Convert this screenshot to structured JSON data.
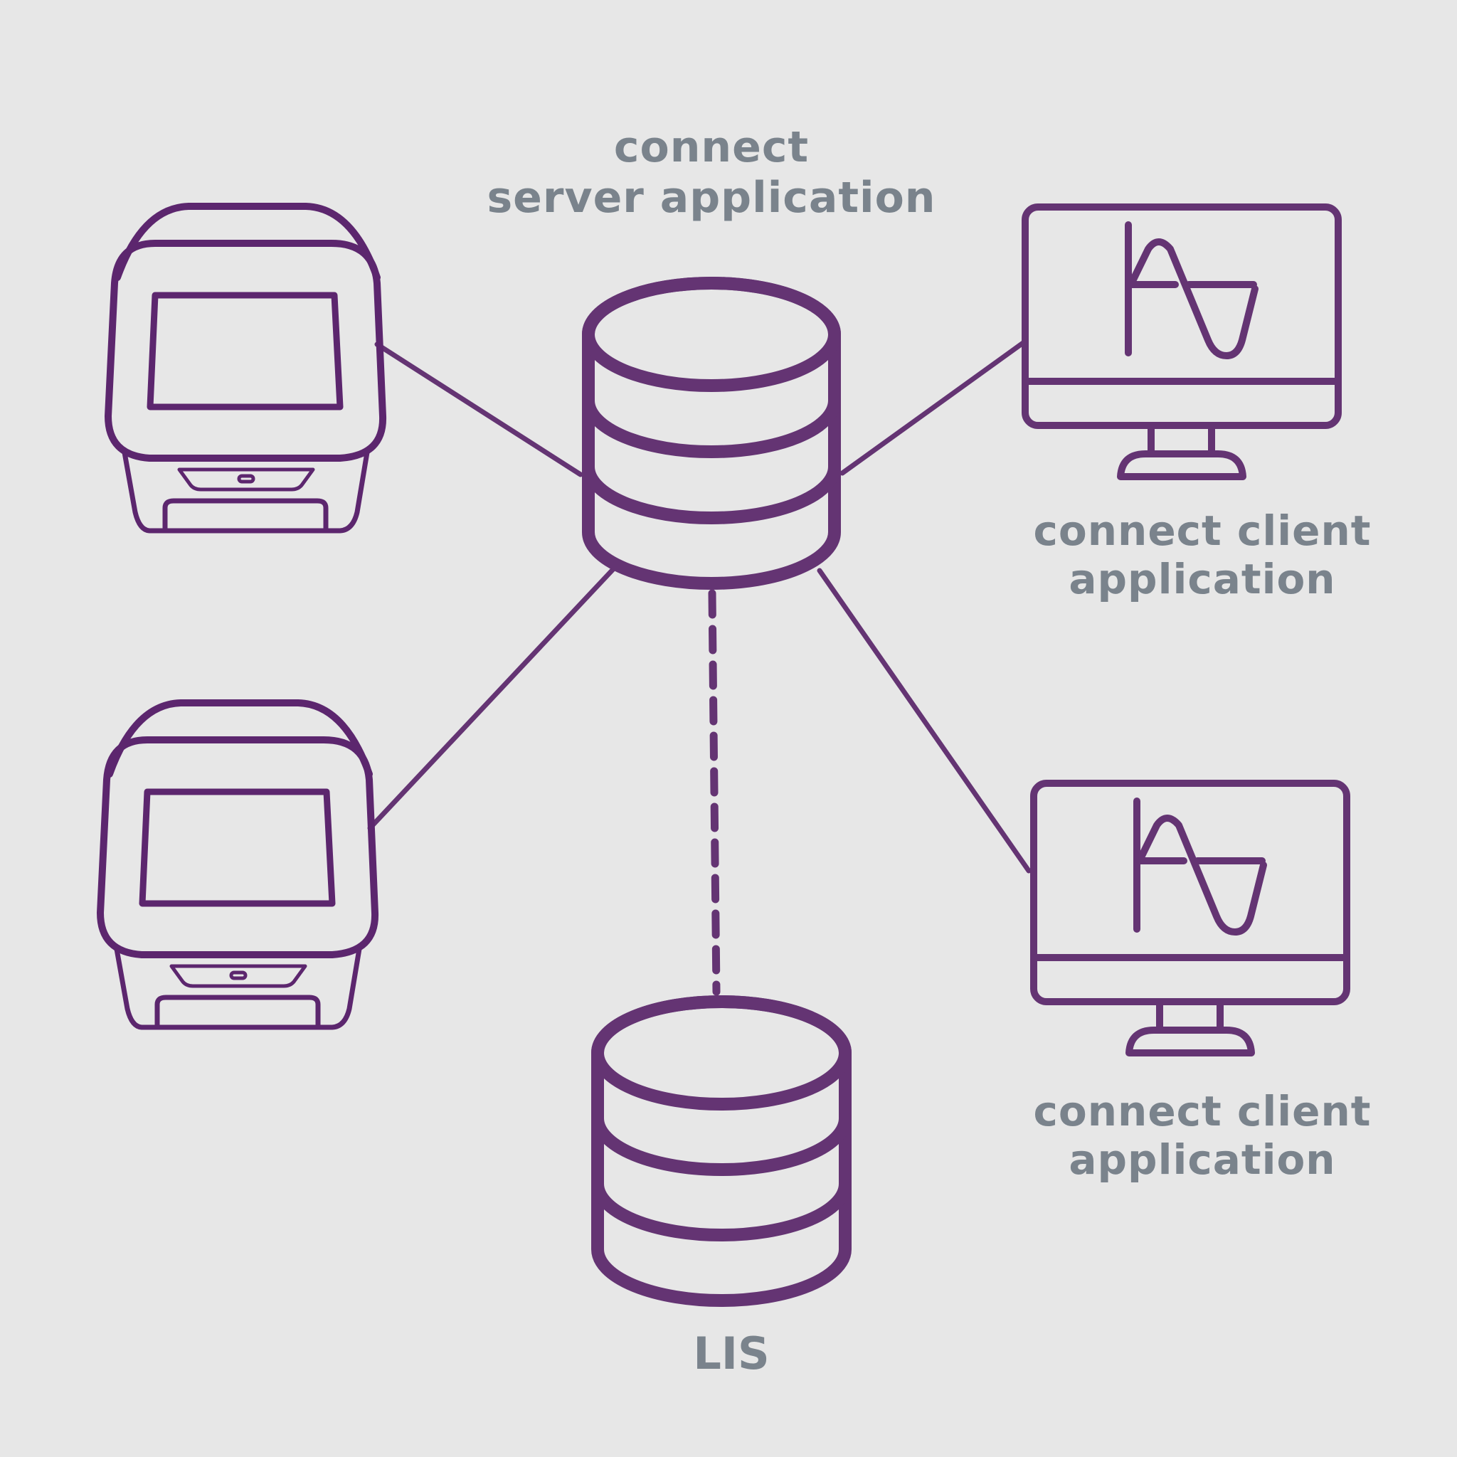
{
  "diagram": {
    "title": "connect system architecture",
    "colors": {
      "background": "#e7e7e7",
      "icon_stroke": "#643473",
      "label_text": "#7a838c"
    },
    "nodes": {
      "server": {
        "icon": "database-icon",
        "label_line1": "connect",
        "label_line2": "server application"
      },
      "instrument_top": {
        "icon": "lab-instrument-icon"
      },
      "instrument_bottom": {
        "icon": "lab-instrument-icon"
      },
      "client_top": {
        "icon": "monitor-waveform-icon",
        "label_line1": "connect client",
        "label_line2": "application"
      },
      "client_bottom": {
        "icon": "monitor-waveform-icon",
        "label_line1": "connect client",
        "label_line2": "application"
      },
      "lis": {
        "icon": "database-icon",
        "label": "LIS"
      }
    },
    "edges": [
      {
        "from": "instrument_top",
        "to": "server",
        "style": "solid"
      },
      {
        "from": "instrument_bottom",
        "to": "server",
        "style": "solid"
      },
      {
        "from": "client_top",
        "to": "server",
        "style": "solid"
      },
      {
        "from": "client_bottom",
        "to": "server",
        "style": "solid"
      },
      {
        "from": "server",
        "to": "lis",
        "style": "dashed"
      }
    ]
  }
}
